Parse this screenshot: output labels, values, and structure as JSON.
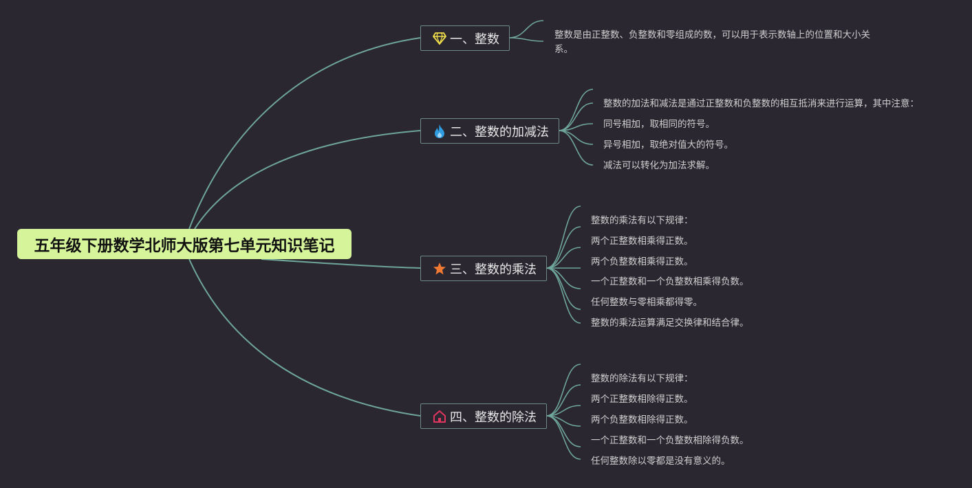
{
  "root": {
    "title": "五年级下册数学北师大版第七单元知识笔记"
  },
  "topics": [
    {
      "label": "一、整数",
      "icon": "diamond-icon",
      "items": [
        "整数是由正整数、负整数和零组成的数，可以用于表示数轴上的位置和大小关系。"
      ]
    },
    {
      "label": "二、整数的加减法",
      "icon": "flame-icon",
      "items": [
        "整数的加法和减法是通过正整数和负整数的相互抵消来进行运算，其中注意：",
        "同号相加，取相同的符号。",
        "异号相加，取绝对值大的符号。",
        "减法可以转化为加法求解。"
      ]
    },
    {
      "label": "三、整数的乘法",
      "icon": "star-icon",
      "items": [
        "整数的乘法有以下规律：",
        "两个正整数相乘得正数。",
        "两个负整数相乘得正数。",
        "一个正整数和一个负整数相乘得负数。",
        "任何整数与零相乘都得零。",
        "整数的乘法运算满足交换律和结合律。"
      ]
    },
    {
      "label": "四、整数的除法",
      "icon": "house-icon",
      "items": [
        "整数的除法有以下规律：",
        "两个正整数相除得正数。",
        "两个负整数相除得正数。",
        "一个正整数和一个负整数相除得负数。",
        "任何整数除以零都是没有意义的。"
      ]
    }
  ],
  "colors": {
    "background": "#2a2730",
    "root_fill": "#d6f59a",
    "connector": "#6fa69c",
    "topic_border": "#6e8b8a",
    "diamond": "#f2e04a",
    "flame": "#2f9be0",
    "star": "#f07a34",
    "house": "#e0355e"
  }
}
